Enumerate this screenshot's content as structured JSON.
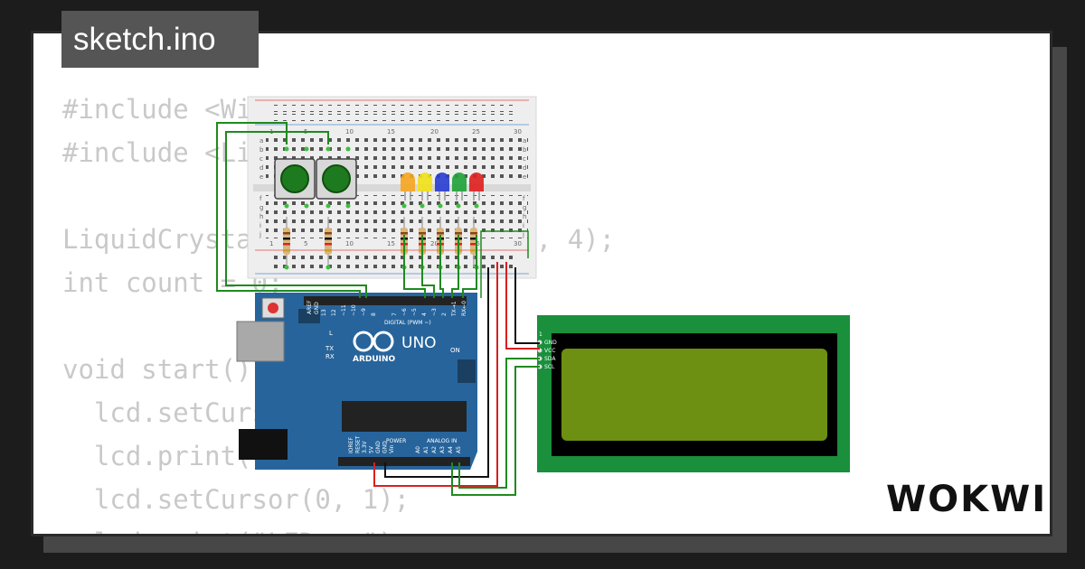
{
  "file_tab": {
    "label": "sketch.ino"
  },
  "code_lines": [
    "#include <Wire.h>",
    "#include <LiquidCrystal_I2C.h>",
    "",
    "LiquidCrystal_I2C lcd(0x27, 20, 4);",
    "int count = 0;",
    "",
    "void start() {",
    "  lcd.setCursor(0, 0);",
    "  lcd.print(\"...\");",
    "  lcd.setCursor(0, 1);",
    "  lcd.print(\"LED = \");"
  ],
  "board": {
    "model": "UNO",
    "brand": "ARDUINO",
    "on_label": "ON",
    "l_label": "L",
    "tx_label": "TX",
    "rx_label": "RX",
    "aref": "AREF",
    "gnd": "GND",
    "digital_label": "DIGITAL (PWM ~)",
    "power_label": "POWER",
    "analog_label": "ANALOG IN",
    "digital_pins": [
      "13",
      "12",
      "~11",
      "~10",
      "~9",
      "8",
      "7",
      "~6",
      "~5",
      "4",
      "~3",
      "2",
      "TX→1",
      "RX←0"
    ],
    "power_pins": [
      "IOREF",
      "RESET",
      "3.3V",
      "5V",
      "GND",
      "GND",
      "Vin"
    ],
    "analog_pins": [
      "A0",
      "A1",
      "A2",
      "A3",
      "A4",
      "A5"
    ]
  },
  "breadboard": {
    "col_numbers": [
      "1",
      "5",
      "10",
      "15",
      "20",
      "25",
      "30"
    ],
    "row_letters_top": [
      "a",
      "b",
      "c",
      "d",
      "e"
    ],
    "row_letters_bottom": [
      "f",
      "g",
      "h",
      "i",
      "j"
    ]
  },
  "lcd": {
    "pin_labels": [
      "GND",
      "VCC",
      "SDA",
      "SCL"
    ],
    "pin_index": "1"
  },
  "leds": {
    "colors": [
      "#f5a623",
      "#f1e11b",
      "#2a3fd1",
      "#22a33a",
      "#e02222"
    ],
    "names": [
      "orange-led",
      "yellow-led",
      "blue-led",
      "green-led",
      "red-led"
    ]
  },
  "wire_colors": {
    "signal": "#1f8a1f",
    "power": "#d91f1f",
    "ground": "#111111"
  },
  "brand_logo": {
    "text": "WOKWI"
  }
}
